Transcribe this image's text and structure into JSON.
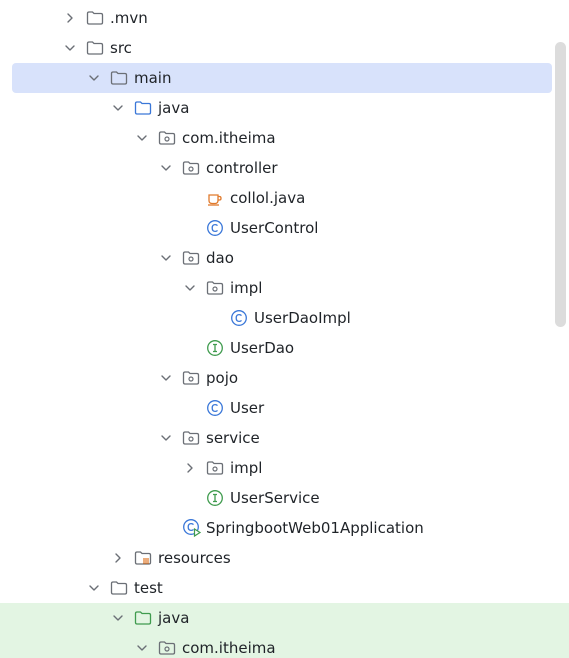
{
  "tree": {
    "items": [
      {
        "label": ".mvn",
        "depth": 0,
        "chevron": "right",
        "icon": "folder-icon"
      },
      {
        "label": "src",
        "depth": 0,
        "chevron": "down",
        "icon": "folder-icon"
      },
      {
        "label": "main",
        "depth": 1,
        "chevron": "down",
        "icon": "folder-icon",
        "selected": true
      },
      {
        "label": "java",
        "depth": 2,
        "chevron": "down",
        "icon": "source-folder-icon"
      },
      {
        "label": "com.itheima",
        "depth": 3,
        "chevron": "down",
        "icon": "package-icon"
      },
      {
        "label": "controller",
        "depth": 4,
        "chevron": "down",
        "icon": "package-icon"
      },
      {
        "label": "collol.java",
        "depth": 5,
        "chevron": "none",
        "icon": "java-file-icon"
      },
      {
        "label": "UserControl",
        "depth": 5,
        "chevron": "none",
        "icon": "class-icon"
      },
      {
        "label": "dao",
        "depth": 4,
        "chevron": "down",
        "icon": "package-icon"
      },
      {
        "label": "impl",
        "depth": 5,
        "chevron": "down",
        "icon": "package-icon"
      },
      {
        "label": "UserDaoImpl",
        "depth": 6,
        "chevron": "none",
        "icon": "class-icon"
      },
      {
        "label": "UserDao",
        "depth": 5,
        "chevron": "none",
        "icon": "interface-icon"
      },
      {
        "label": "pojo",
        "depth": 4,
        "chevron": "down",
        "icon": "package-icon"
      },
      {
        "label": "User",
        "depth": 5,
        "chevron": "none",
        "icon": "class-icon"
      },
      {
        "label": "service",
        "depth": 4,
        "chevron": "down",
        "icon": "package-icon"
      },
      {
        "label": "impl",
        "depth": 5,
        "chevron": "right",
        "icon": "package-icon"
      },
      {
        "label": "UserService",
        "depth": 5,
        "chevron": "none",
        "icon": "interface-icon"
      },
      {
        "label": "SpringbootWeb01Application",
        "depth": 4,
        "chevron": "none",
        "icon": "spring-app-icon"
      },
      {
        "label": "resources",
        "depth": 2,
        "chevron": "right",
        "icon": "resources-folder-icon"
      },
      {
        "label": "test",
        "depth": 1,
        "chevron": "down",
        "icon": "folder-icon"
      },
      {
        "label": "java",
        "depth": 2,
        "chevron": "down",
        "icon": "test-folder-icon",
        "highlight": "test"
      },
      {
        "label": "com.itheima",
        "depth": 3,
        "chevron": "down",
        "icon": "package-icon",
        "highlight": "test"
      }
    ]
  },
  "colors": {
    "selected_bg": "#d8e2fb",
    "test_bg": "#e3f5e3",
    "class_icon": "#3a77d8",
    "interface_icon": "#3f9b4e",
    "java_file_icon": "#e07a2c",
    "source_folder": "#3a77d8",
    "test_folder": "#3f9b4e"
  }
}
